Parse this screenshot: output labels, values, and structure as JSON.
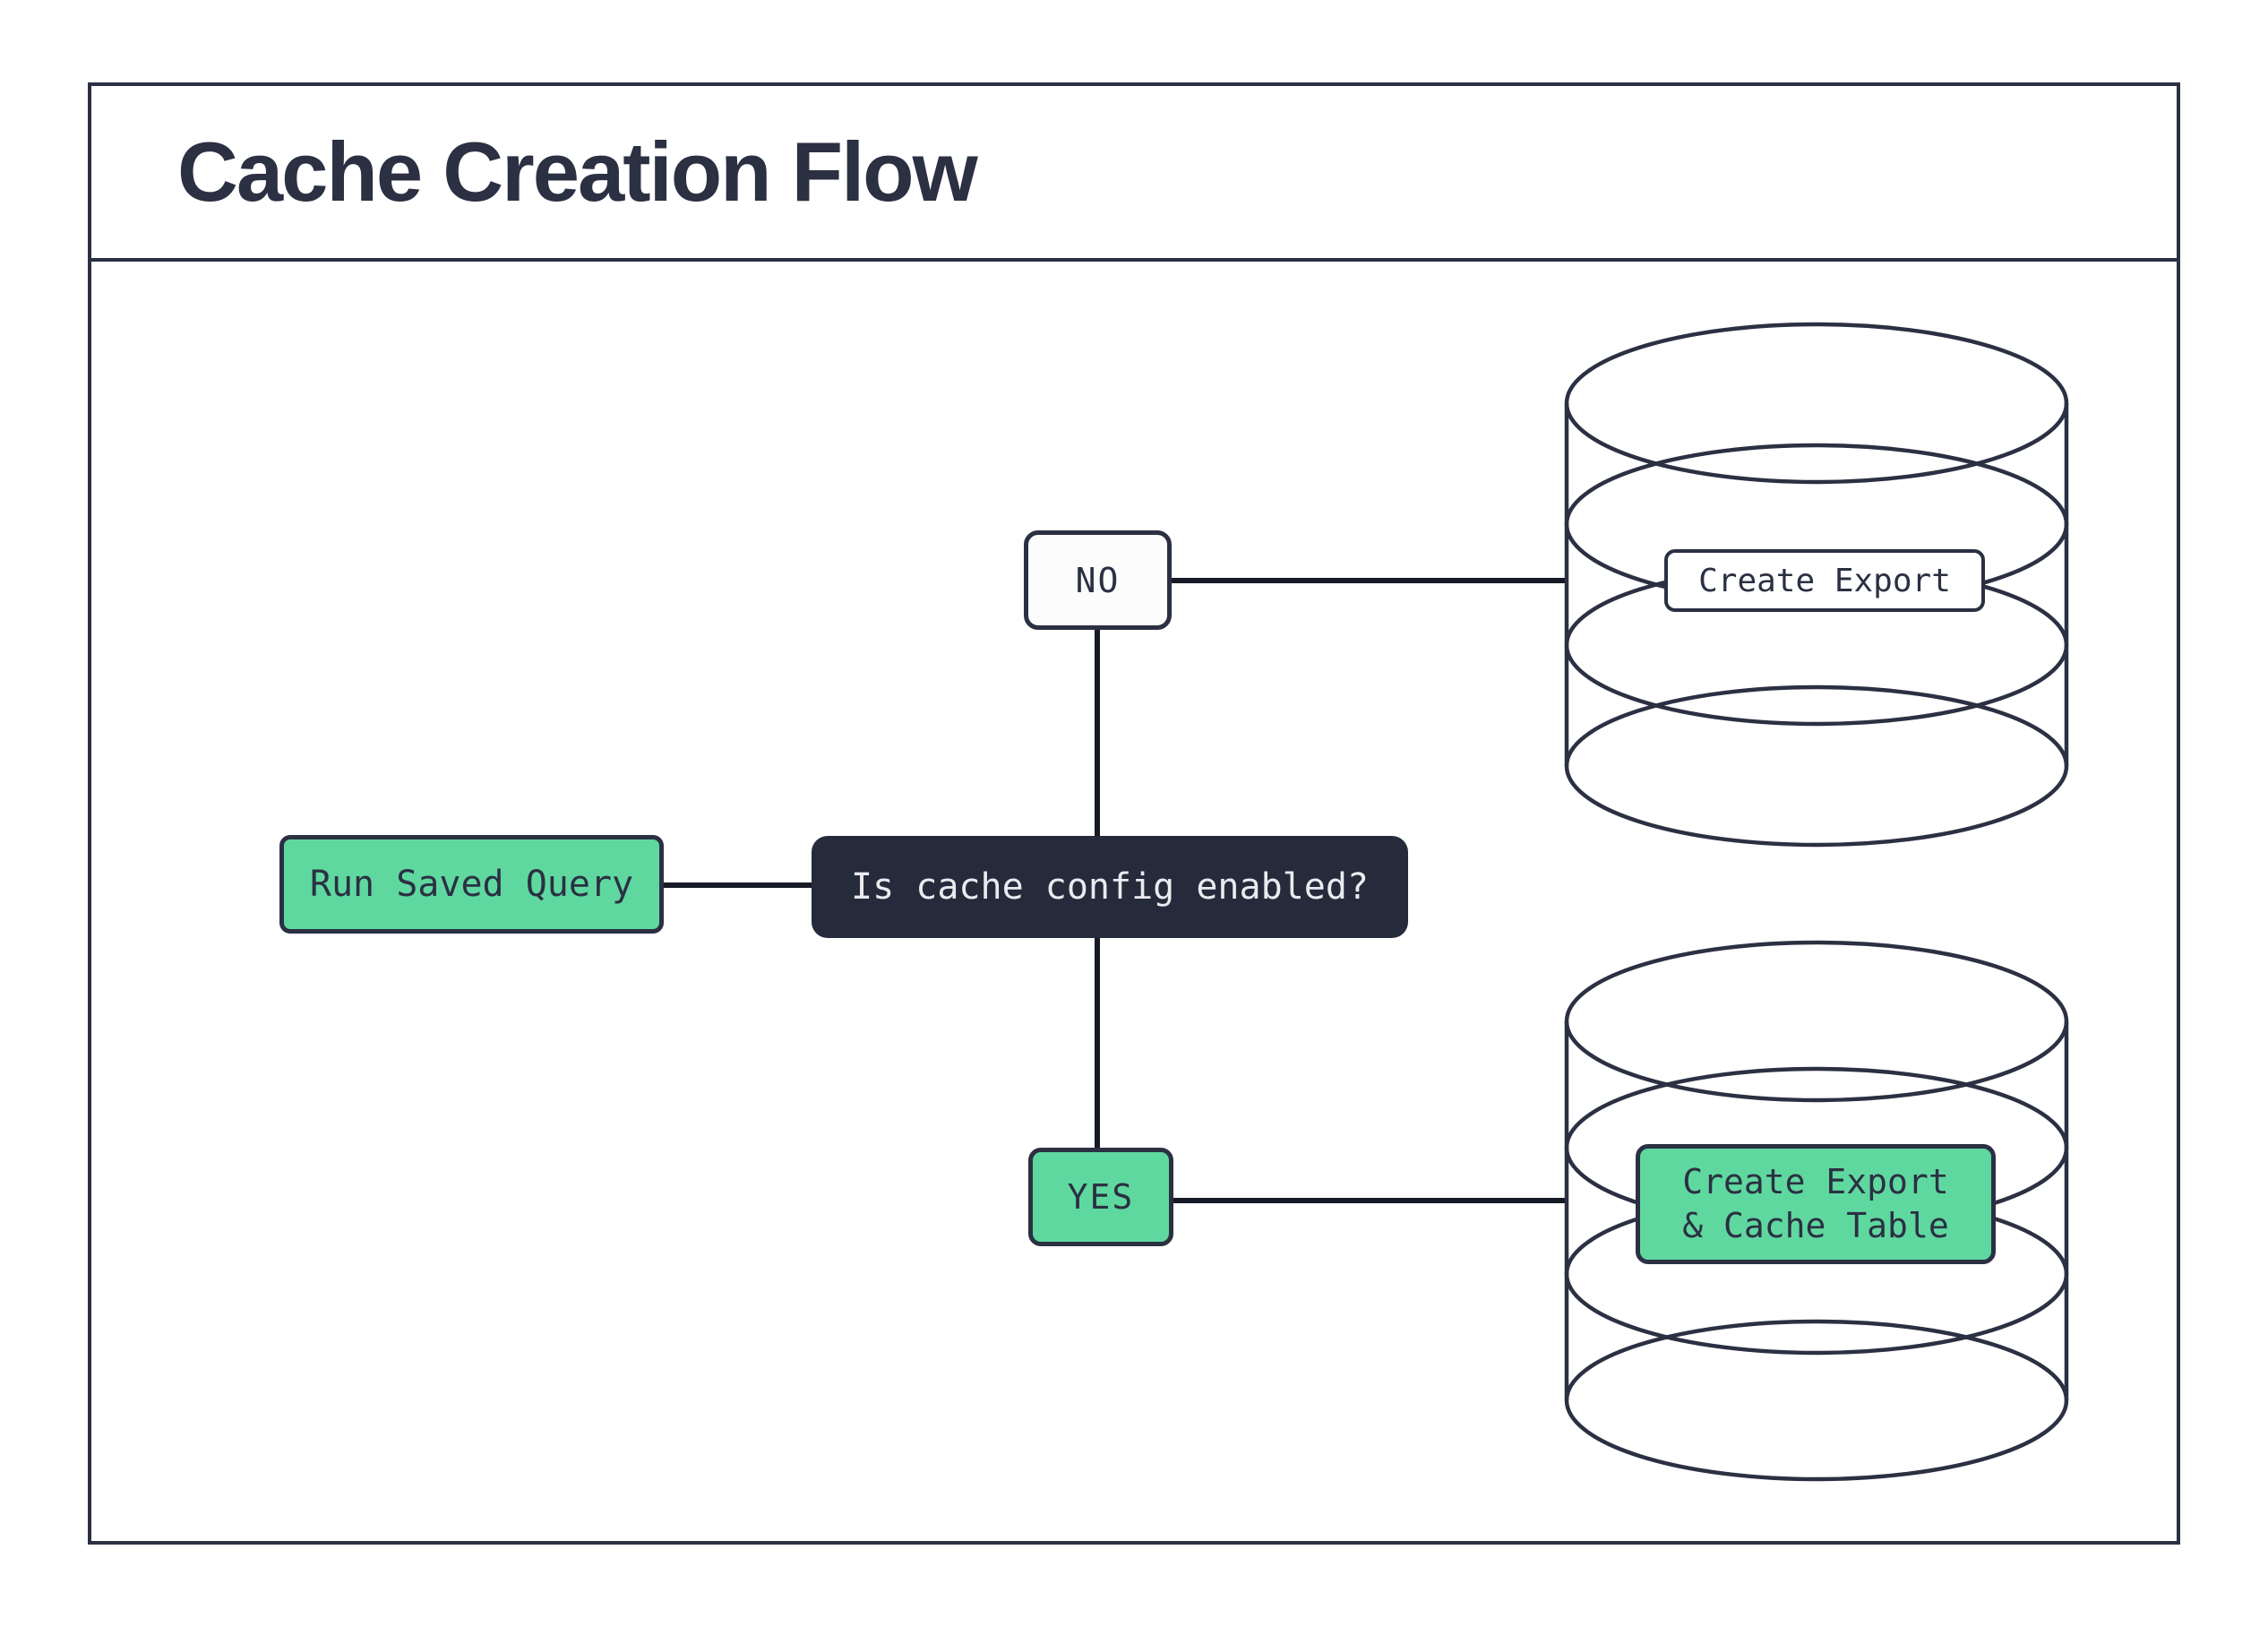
{
  "title": "Cache Creation Flow",
  "colors": {
    "ink": "#2b3042",
    "question_fill": "#262b3c",
    "green_fill": "#5fd8a0",
    "light_text": "#e9ebef",
    "background": "#ffffff"
  },
  "nodes": {
    "run_saved_query": "Run Saved Query",
    "question": "Is cache config enabled?",
    "no": "NO",
    "yes": "YES",
    "create_export": "Create Export",
    "create_export_cache": "Create Export\n& Cache Table"
  },
  "edges": [
    {
      "from": "run_saved_query",
      "to": "question"
    },
    {
      "from": "question",
      "to": "no"
    },
    {
      "from": "question",
      "to": "yes"
    },
    {
      "from": "no",
      "to": "create_export"
    },
    {
      "from": "yes",
      "to": "create_export_cache"
    }
  ]
}
